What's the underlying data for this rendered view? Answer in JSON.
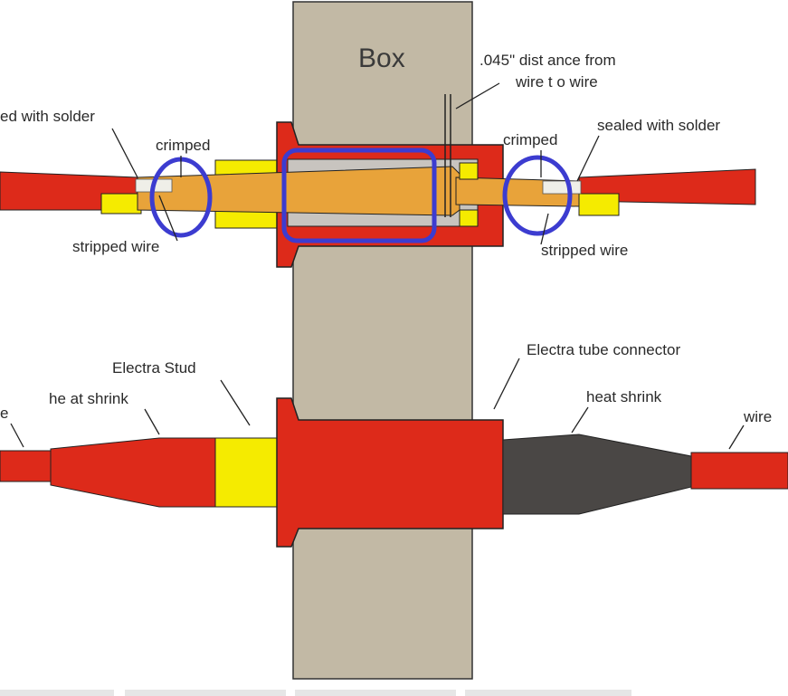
{
  "colors": {
    "box_fill": "#c2b9a5",
    "wire_red": "#dd2a1a",
    "stud_yellow": "#f5eb00",
    "tube_orange": "#e8a33a",
    "heat_shrink_dark": "#4a4745",
    "highlight_blue": "#3c3cd0",
    "leader_line": "#222222"
  },
  "labels": {
    "box": "Box",
    "gap_line1": ".045\" dist ance from",
    "gap_line2": "wire t o wire",
    "sealed_left": "ed with solder",
    "sealed_right": "sealed with solder",
    "crimped_left": "crimped",
    "crimped_right": "crimped",
    "stripped_left": "stripped wire",
    "stripped_right": "stripped wire",
    "electra_stud": "Electra Stud",
    "electra_tube": "Electra tube connector",
    "heat_shrink_left": "he at shrink",
    "heat_shrink_right": "heat shrink",
    "wire_left": "e",
    "wire_right": "wire"
  },
  "icons": [
    "crimp-highlight-left-icon",
    "contact-highlight-center-icon",
    "crimp-highlight-right-icon"
  ]
}
